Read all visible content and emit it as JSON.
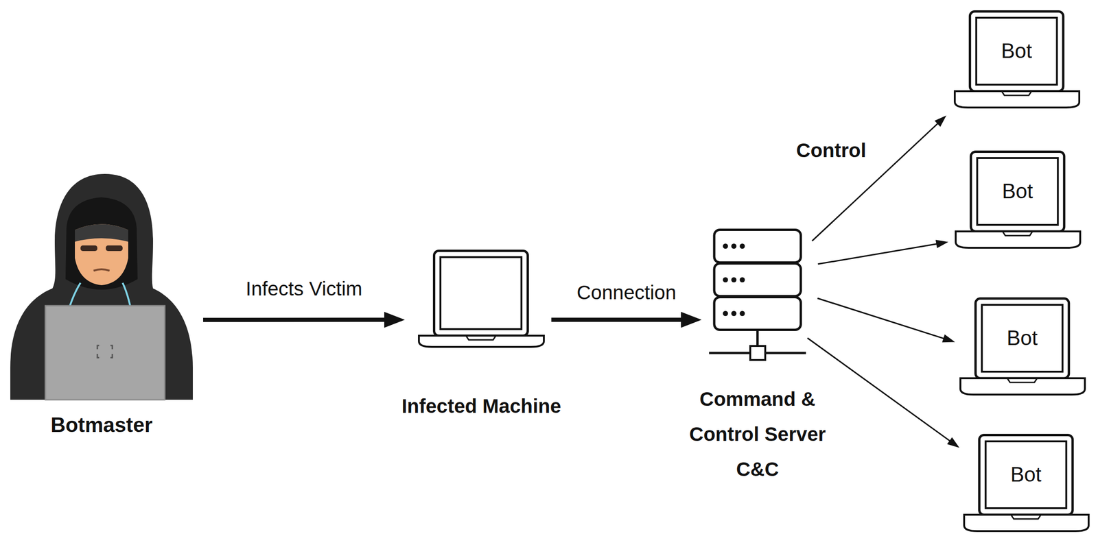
{
  "diagram": {
    "nodes": [
      {
        "text": [
          "Botmaster"
        ]
      },
      {
        "text": [
          "Infected Machine"
        ]
      },
      {
        "text": [
          "Command & Control Server C&C"
        ]
      },
      {
        "text": [
          "Bot"
        ]
      },
      {
        "text": [
          "Bot"
        ]
      },
      {
        "text": [
          "Bot"
        ]
      },
      {
        "text": [
          "Bot"
        ]
      }
    ],
    "edges": [
      {
        "from": 0,
        "to": 1,
        "label": "Infects Victim",
        "arrow": "to"
      },
      {
        "from": 1,
        "to": 2,
        "label": "Connection",
        "arrow": "to"
      },
      {
        "from": 2,
        "to": 3,
        "arrow": "to"
      },
      {
        "from": 2,
        "to": 4,
        "arrow": "to"
      },
      {
        "from": 2,
        "to": 5,
        "arrow": "to"
      },
      {
        "from": 2,
        "to": 6,
        "arrow": "to"
      }
    ],
    "labels": [
      "Control"
    ]
  }
}
